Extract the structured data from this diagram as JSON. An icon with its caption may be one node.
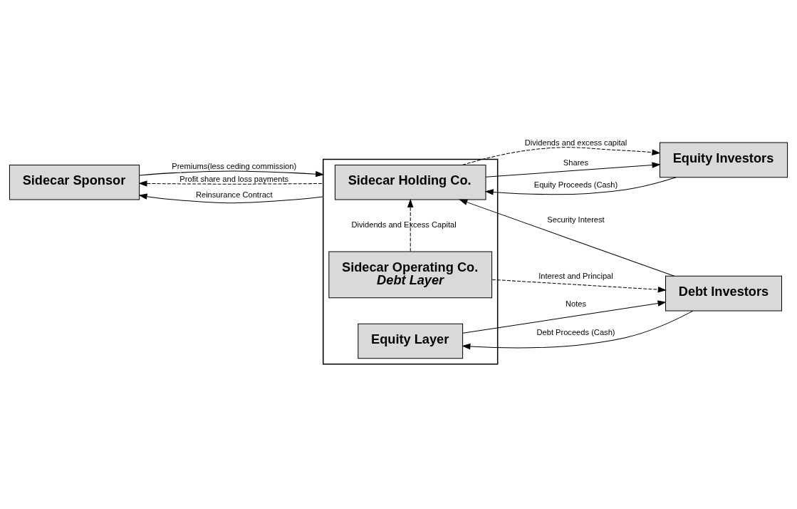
{
  "diagram": {
    "nodes": [
      {
        "text": [],
        "shape": "box"
      },
      {
        "text": [
          "Sidecar Holding Co."
        ],
        "in": 0
      },
      {
        "text": [
          "Sidecar Operating Co.",
          "Debt Layer"
        ],
        "in": 0
      },
      {
        "text": [
          "Equity Layer"
        ],
        "in": 0
      },
      {
        "text": [
          "Equity Investors"
        ]
      },
      {
        "text": [
          "Sidecar Sponsor"
        ]
      },
      {
        "text": [
          "Debt Investors"
        ]
      }
    ],
    "edges": [
      {
        "from": 2,
        "to": 1,
        "arrow": "to",
        "style": "dashed",
        "label": "Dividends and Excess Capital"
      },
      {
        "from": 1,
        "to": 4,
        "arrow": "to",
        "style": "dashed",
        "label": "Dividends and excess capital"
      },
      {
        "from": 1,
        "to": 4,
        "arrow": "to",
        "label": "Shares"
      },
      {
        "from": 4,
        "to": 1,
        "arrow": "to",
        "label": "Equity Proceeds (Cash)"
      },
      {
        "from": 6,
        "to": 1,
        "arrow": "to",
        "label": "Security Interest"
      },
      {
        "from": 5,
        "to": 0,
        "arrow": "to",
        "label": "Premiums(less ceding commission)"
      },
      {
        "from": 0,
        "to": 5,
        "arrow": "to",
        "style": "dashed",
        "label": "Profit share and loss payments"
      },
      {
        "from": 0,
        "to": 5,
        "arrow": "to",
        "label": "Reinsurance Contract"
      },
      {
        "from": 2,
        "to": 6,
        "arrow": "to",
        "style": "dashed",
        "label": "Interest and Principal"
      },
      {
        "from": 3,
        "to": 6,
        "arrow": "to",
        "label": "Notes"
      },
      {
        "from": 6,
        "to": 3,
        "arrow": "to",
        "label": "Debt Proceeds (Cash)"
      }
    ]
  }
}
